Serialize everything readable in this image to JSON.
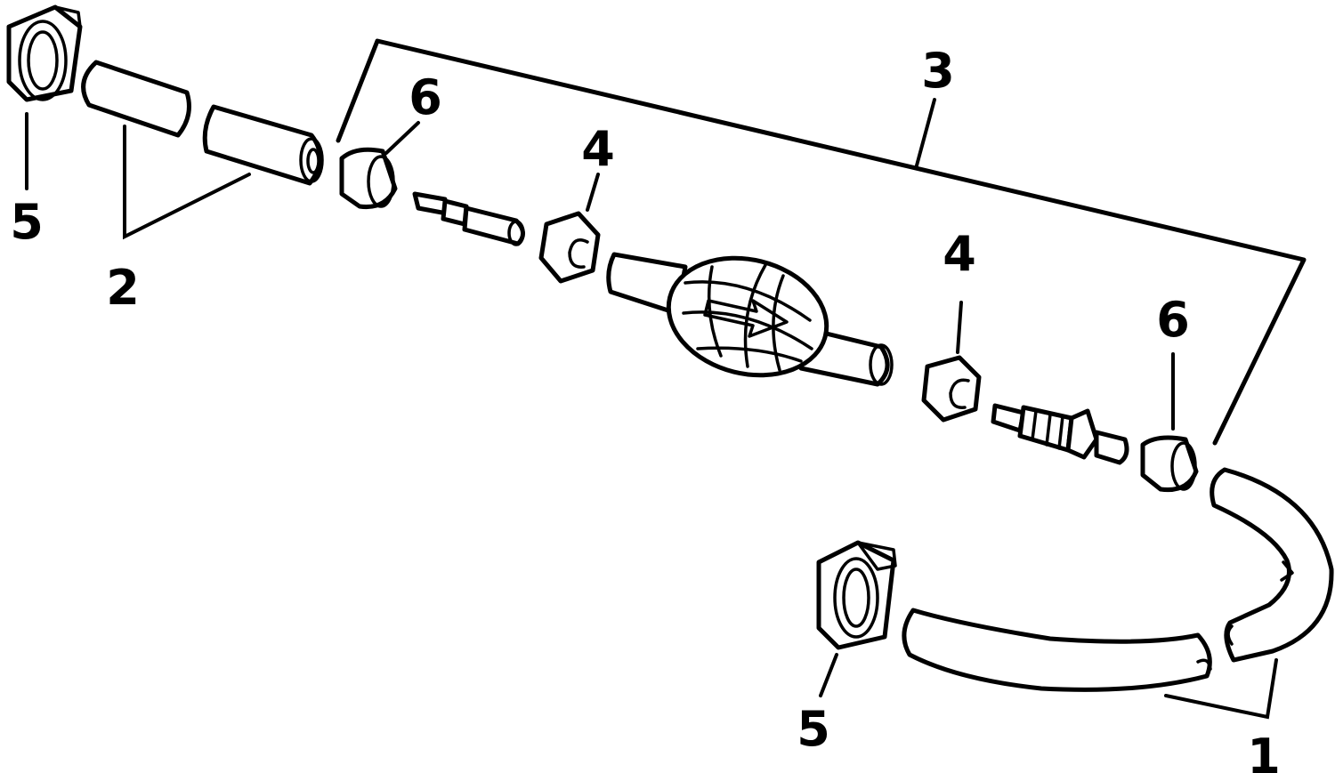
{
  "callouts": {
    "c1": "1",
    "c2": "2",
    "c3": "3",
    "c4a": "4",
    "c4b": "4",
    "c5a": "5",
    "c5b": "5",
    "c6a": "6",
    "c6b": "6"
  },
  "colors": {
    "ink": "#000000",
    "paper": "#ffffff"
  }
}
